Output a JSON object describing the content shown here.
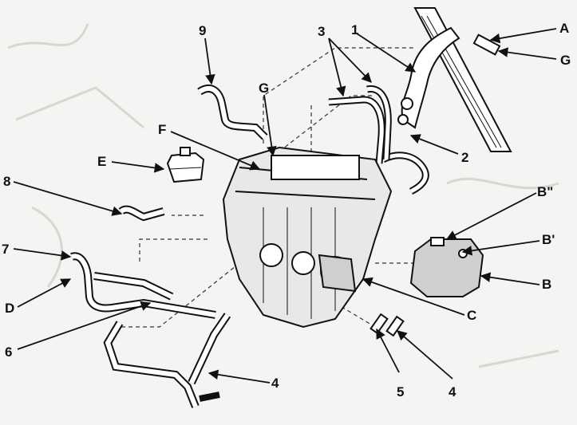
{
  "diagram": {
    "callouts": [
      {
        "id": "c1",
        "text": "1"
      },
      {
        "id": "c2",
        "text": "2"
      },
      {
        "id": "c3",
        "text": "3"
      },
      {
        "id": "c4a",
        "text": "4"
      },
      {
        "id": "c4b",
        "text": "4"
      },
      {
        "id": "c5",
        "text": "5"
      },
      {
        "id": "c6",
        "text": "6"
      },
      {
        "id": "c7",
        "text": "7"
      },
      {
        "id": "c8",
        "text": "8"
      },
      {
        "id": "c9",
        "text": "9"
      },
      {
        "id": "cA",
        "text": "A"
      },
      {
        "id": "cB",
        "text": "B"
      },
      {
        "id": "cBp",
        "text": "B'"
      },
      {
        "id": "cBpp",
        "text": "B\""
      },
      {
        "id": "cC",
        "text": "C"
      },
      {
        "id": "cD",
        "text": "D"
      },
      {
        "id": "cE",
        "text": "E"
      },
      {
        "id": "cF",
        "text": "F"
      },
      {
        "id": "cG1",
        "text": "G"
      },
      {
        "id": "cG2",
        "text": "G"
      }
    ]
  },
  "colors": {
    "ink": "#111111",
    "paper": "#f4f4f2",
    "shade": "#bdbdbd"
  }
}
